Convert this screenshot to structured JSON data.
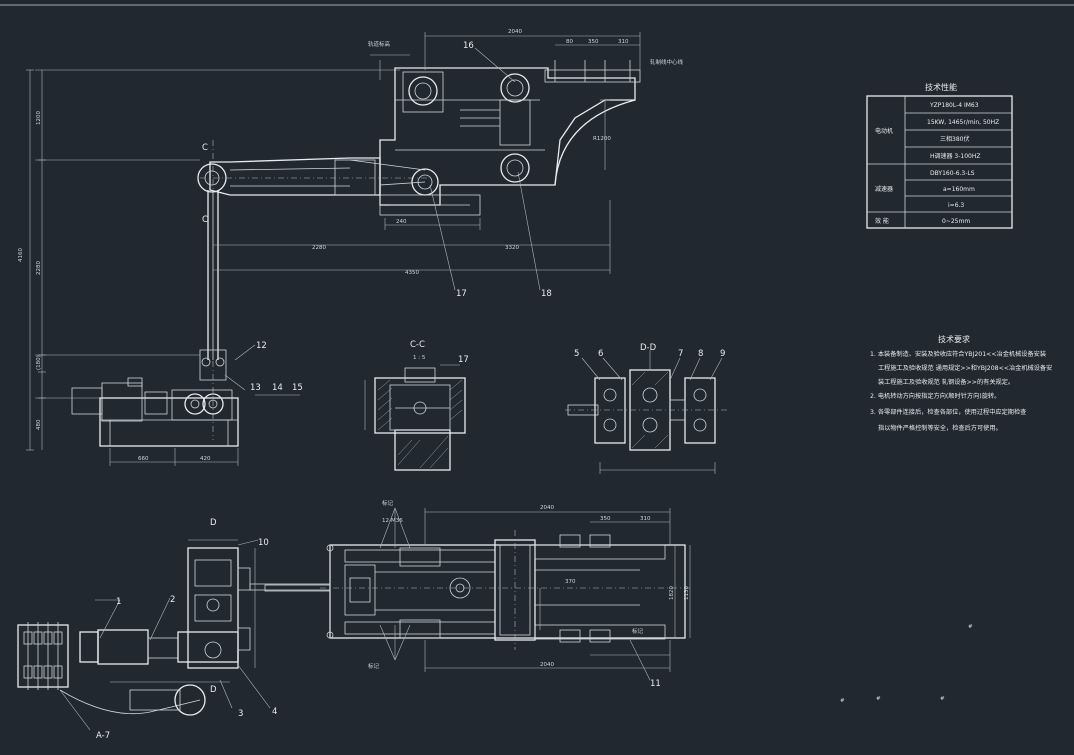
{
  "dims": {
    "top_width": "2040",
    "d80": "80",
    "d310": "310",
    "d350": "350",
    "d1200": "1200",
    "d2280": "2280",
    "d3320": "3320",
    "d4350": "4350",
    "d4160": "4160",
    "d2280v": "2280",
    "d180": "(180)",
    "d480": "480",
    "d660": "660",
    "d420": "420",
    "d240": "240",
    "p_top_width": "2040",
    "p_bottom_width": "2040",
    "p_d310": "310",
    "p_d350": "350",
    "p_d370": "370",
    "p_d1820": "1820",
    "p_d1130": "1130",
    "r_label": "R1200"
  },
  "callouts": {
    "c1": "1",
    "c2": "2",
    "c3": "3",
    "c4": "4",
    "c5": "5",
    "c6": "6",
    "c7": "7",
    "c8": "8",
    "c9": "9",
    "c10": "10",
    "c11": "11",
    "c12": "12",
    "c13": "13",
    "c14": "14",
    "c15": "15",
    "c16": "16",
    "c17": "17",
    "c18": "18",
    "sec_c": "C",
    "sec_c2": "C",
    "sec_d": "D",
    "sec_d2": "D",
    "view_a": "A-7"
  },
  "section_cc": {
    "title": "C-C",
    "scale": "1 : 5",
    "callout": "17"
  },
  "section_dd": {
    "title": "D-D"
  },
  "spec_table": {
    "title": "技术性能",
    "rows": [
      {
        "group": "电动机",
        "value": "YZP180L-4 IM63"
      },
      {
        "group": "",
        "value": "15KW, 1465r/min, 50HZ"
      },
      {
        "group": "",
        "value": "三相380伏"
      },
      {
        "group": "",
        "value": "H调速器 3-100HZ"
      },
      {
        "group": "减速器",
        "value": "DBY160-6.3-LS"
      },
      {
        "group": "",
        "value": "a=160mm"
      },
      {
        "group": "",
        "value": "i=6.3"
      },
      {
        "group": "效 能",
        "value": "0~25mm"
      }
    ]
  },
  "tech_notes": {
    "title": "技术要求",
    "lines": [
      "1. 本装备制造、安装及验收应符合YBJ201<<冶金机械设备安装",
      "工程施工及验收规范 通用规定>>和YBJ208<<冶金机械设备安",
      "装工程施工及验收规范 轧钢设备>>的有关规定。",
      "2. 电机转动方向按指定方向(顺时针方向)旋转。",
      "3. 各零部件连接后，检查各部位，使用过程中应定期检查",
      "指以物件严格控制等安全，检查后方可使用。"
    ]
  },
  "misc_text": {
    "top_label": "轨道标高",
    "right_label": "轧制线中心线",
    "plan_label_top": "标记",
    "plan_label_bottom": "标记",
    "plan_sub": "12-M36",
    "plan_side": "标记",
    "stray": [
      "#",
      "#",
      "#",
      "#"
    ]
  }
}
